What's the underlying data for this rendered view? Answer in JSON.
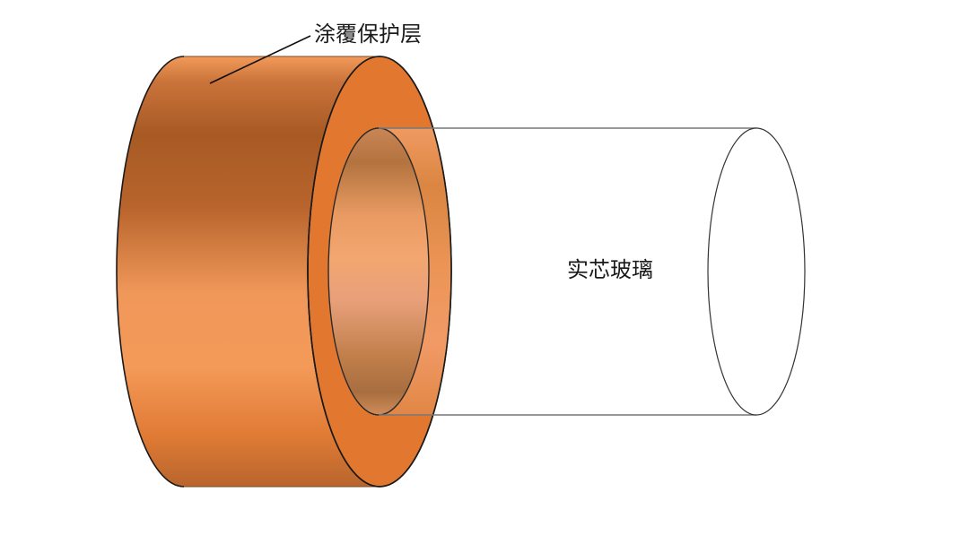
{
  "diagram": {
    "title": "",
    "labels": {
      "coating": "涂覆保护层",
      "core": "实芯玻璃"
    },
    "components": [
      {
        "id": "coating-layer",
        "label": "涂覆保护层",
        "shape": "hollow cylinder (ring)",
        "color": "#E07B35"
      },
      {
        "id": "solid-glass-core",
        "label": "实芯玻璃",
        "shape": "transparent cylinder (rod)",
        "color": "#FFFFFF"
      }
    ],
    "colors": {
      "coating_light": "#F29A5A",
      "coating_mid": "#E07B35",
      "coating_dark": "#A85A24",
      "inner_light": "#F0A878",
      "inner_dark": "#B37644",
      "outline": "#1a1a1a",
      "glass_outline": "#555555"
    }
  }
}
